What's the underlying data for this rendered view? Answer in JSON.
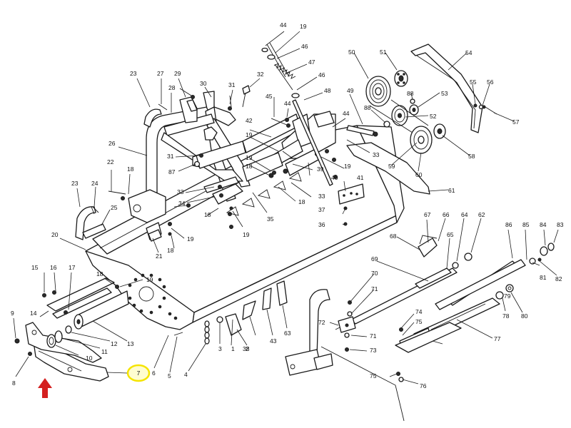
{
  "highlight": {
    "label": "7",
    "ring_color": "#f5e400",
    "arrow_color": "#d42020"
  },
  "labels": {
    "l1": "1",
    "l2": "2",
    "l3": "3",
    "l4": "4",
    "l5": "5",
    "l6": "6",
    "l7": "7",
    "l8": "8",
    "l9": "9",
    "l10": "10",
    "l11": "11",
    "l12": "12",
    "l13": "13",
    "l14": "14",
    "l15": "15",
    "l16": "16",
    "l17": "17",
    "l18": "18",
    "l19": "19",
    "l20": "20",
    "l21": "21",
    "l22": "22",
    "l23": "23",
    "l24": "24",
    "l25": "25",
    "l26": "26",
    "l27": "27",
    "l28": "28",
    "l29": "29",
    "l30": "30",
    "l31": "31",
    "l32": "32",
    "l33": "33",
    "l34": "34",
    "l35": "35",
    "l36": "36",
    "l37": "37",
    "l38": "38",
    "l39": "39",
    "l40": "40",
    "l41": "41",
    "l42": "42",
    "l43": "43",
    "l44": "44",
    "l45": "45",
    "l46": "46",
    "l47": "47",
    "l48": "48",
    "l49": "49",
    "l50": "50",
    "l51": "51",
    "l52": "52",
    "l53": "53",
    "l54": "54",
    "l55": "55",
    "l56": "56",
    "l57": "57",
    "l58": "58",
    "l59": "59",
    "l60": "60",
    "l61": "61",
    "l62": "62",
    "l63": "63",
    "l64": "64",
    "l65": "65",
    "l66": "66",
    "l67": "67",
    "l68": "68",
    "l69": "69",
    "l70": "70",
    "l71": "71",
    "l72": "72",
    "l73": "73",
    "l74": "74",
    "l75": "75",
    "l76": "76",
    "l77": "77",
    "l78": "78",
    "l79": "79",
    "l80": "80",
    "l81": "81",
    "l82": "82",
    "l83": "83",
    "l84": "84",
    "l85": "85",
    "l86": "86",
    "l87": "87",
    "l88": "88"
  }
}
